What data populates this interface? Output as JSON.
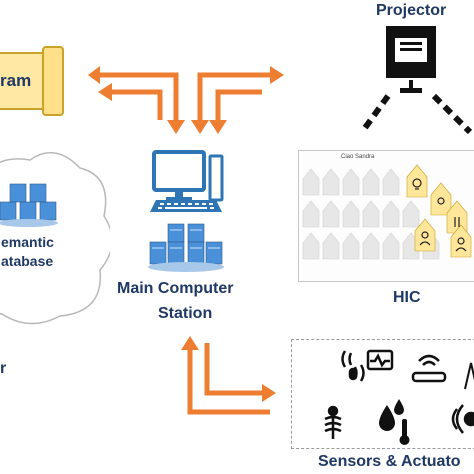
{
  "colors": {
    "arrow": "#ed7d31",
    "label": "#1f3864",
    "device": "#2e75b6",
    "server": "#4a90d9",
    "note": "#ffe699"
  },
  "labels": {
    "projector": "Projector",
    "program_partial": "ram",
    "semantic_db_line1": "emantic",
    "semantic_db_line2": "atabase",
    "main_station_line1": "Main Computer",
    "main_station_line2": "Station",
    "hic": "HIC",
    "sensors": "Sensors & Actuato",
    "left_partial": "r"
  },
  "hic": {
    "user_text": "Ciao Sandra"
  },
  "icons": {
    "projector": "projector-icon",
    "computer": "desktop-computer-icon",
    "keyboard": "keyboard-icon",
    "server_cluster": "server-cluster-icon",
    "cloud": "cloud-icon",
    "sensors": [
      "microphone-sensor-icon",
      "activity-monitor-icon",
      "wifi-router-icon",
      "motion-sensor-icon",
      "rotating-actuator-icon",
      "humidity-temperature-icon",
      "proximity-icon"
    ]
  }
}
